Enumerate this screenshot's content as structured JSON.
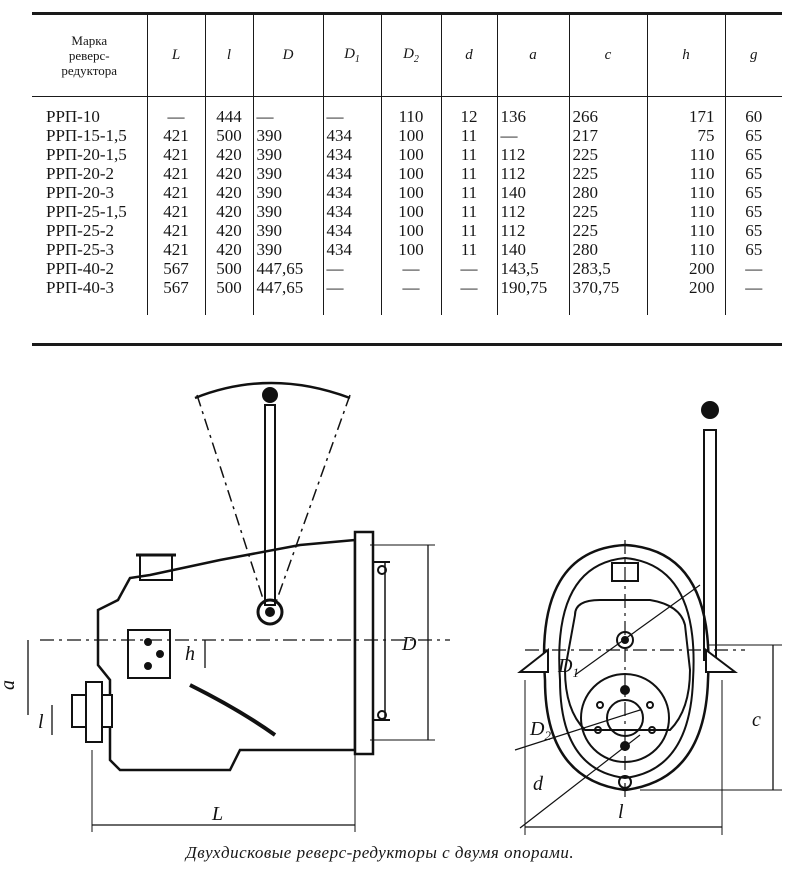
{
  "table": {
    "header": {
      "brand": [
        "Марка",
        "реверс-",
        "редуктора"
      ],
      "columns": [
        "L",
        "l",
        "D",
        "D1",
        "D2",
        "d",
        "a",
        "c",
        "h",
        "g"
      ]
    },
    "rows": [
      [
        "РРП-10",
        "—",
        "444",
        "—",
        "—",
        "110",
        "12",
        "136",
        "266",
        "171",
        "60"
      ],
      [
        "РРП-15-1,5",
        "421",
        "500",
        "390",
        "434",
        "100",
        "11",
        "—",
        "217",
        "75",
        "65"
      ],
      [
        "РРП-20-1,5",
        "421",
        "420",
        "390",
        "434",
        "100",
        "11",
        "112",
        "225",
        "110",
        "65"
      ],
      [
        "РРП-20-2",
        "421",
        "420",
        "390",
        "434",
        "100",
        "11",
        "112",
        "225",
        "110",
        "65"
      ],
      [
        "РРП-20-3",
        "421",
        "420",
        "390",
        "434",
        "100",
        "11",
        "140",
        "280",
        "110",
        "65"
      ],
      [
        "РРП-25-1,5",
        "421",
        "420",
        "390",
        "434",
        "100",
        "11",
        "112",
        "225",
        "110",
        "65"
      ],
      [
        "РРП-25-2",
        "421",
        "420",
        "390",
        "434",
        "100",
        "11",
        "112",
        "225",
        "110",
        "65"
      ],
      [
        "РРП-25-3",
        "421",
        "420",
        "390",
        "434",
        "100",
        "11",
        "140",
        "280",
        "110",
        "65"
      ],
      [
        "РРП-40-2",
        "567",
        "500",
        "447,65",
        "—",
        "—",
        "—",
        "143,5",
        "283,5",
        "200",
        "—"
      ],
      [
        "РРП-40-3",
        "567",
        "500",
        "447,65",
        "—",
        "—",
        "—",
        "190,75",
        "370,75",
        "200",
        "—"
      ]
    ]
  },
  "drawing": {
    "side_labels": {
      "a": "a",
      "l_small": "l",
      "h": "h",
      "D": "D",
      "L": "L"
    },
    "front_labels": {
      "D1": "D",
      "D1_sub": "1",
      "D2": "D",
      "D2_sub": "2",
      "d": "d",
      "c": "c",
      "l": "l"
    }
  },
  "caption": "Двухдисковые реверс-редукторы с двумя опорами."
}
